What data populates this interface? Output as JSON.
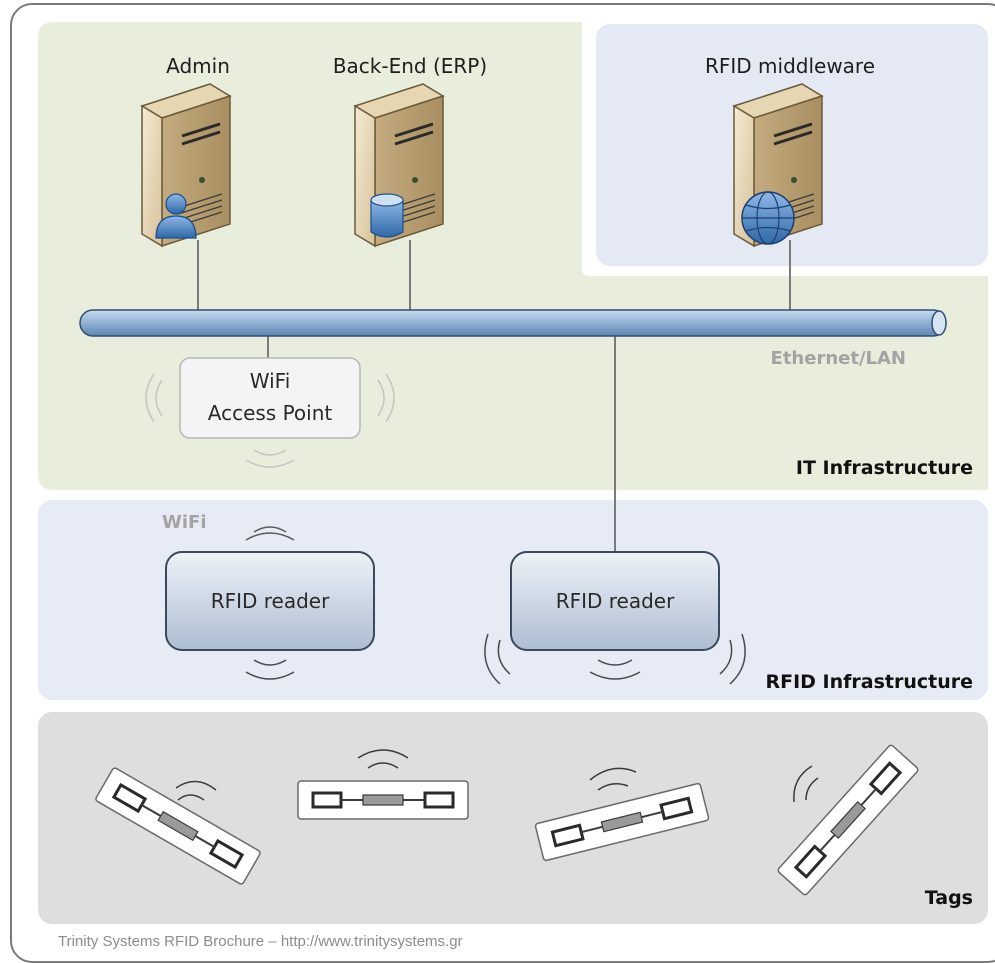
{
  "nodes": {
    "admin": "Admin",
    "backend": "Back-End (ERP)",
    "middleware": "RFID middleware",
    "wifi_ap_line1": "WiFi",
    "wifi_ap_line2": "Access Point",
    "reader1": "RFID reader",
    "reader2": "RFID reader"
  },
  "labels": {
    "ethernet": "Ethernet/LAN",
    "wifi": "WiFi"
  },
  "zones": {
    "it": "IT Infrastructure",
    "rfid": "RFID Infrastructure",
    "tags": "Tags"
  },
  "footer": "Trinity Systems RFID Brochure – http://www.trinitysystems.gr",
  "colors": {
    "it_zone": "#e9eedc",
    "middleware_zone": "#e4e9f4",
    "rfid_zone": "#e6ebf5",
    "tags_zone": "#dedede",
    "bus": "#9dbbd8",
    "server": "#e9dcc0"
  }
}
